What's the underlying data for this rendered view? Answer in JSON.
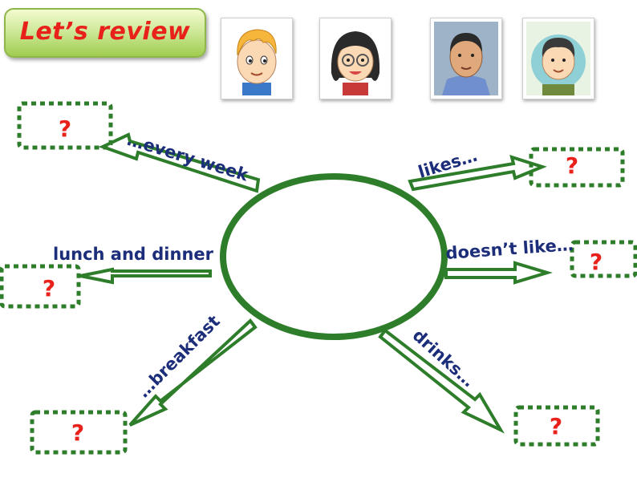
{
  "header": {
    "title": "Let’s review"
  },
  "portraits": [
    {
      "icon": "blonde-boy-portrait-icon"
    },
    {
      "icon": "girl-with-glasses-portrait-icon"
    },
    {
      "icon": "man-portrait-icon"
    },
    {
      "icon": "boy-portrait-icon"
    }
  ],
  "mind_map": {
    "branches": [
      {
        "label": "…every week",
        "answer": "?"
      },
      {
        "label": "likes…",
        "answer": "?"
      },
      {
        "label": "lunch and dinner",
        "answer": "?"
      },
      {
        "label": "doesn’t like…",
        "answer": "?"
      },
      {
        "label": "…breakfast",
        "answer": "?"
      },
      {
        "label": "drinks…",
        "answer": "?"
      }
    ]
  },
  "colors": {
    "arrow": "#2e7d2a",
    "title": "#e8211b",
    "label": "#1c2d7a",
    "question": "#e8211b"
  }
}
